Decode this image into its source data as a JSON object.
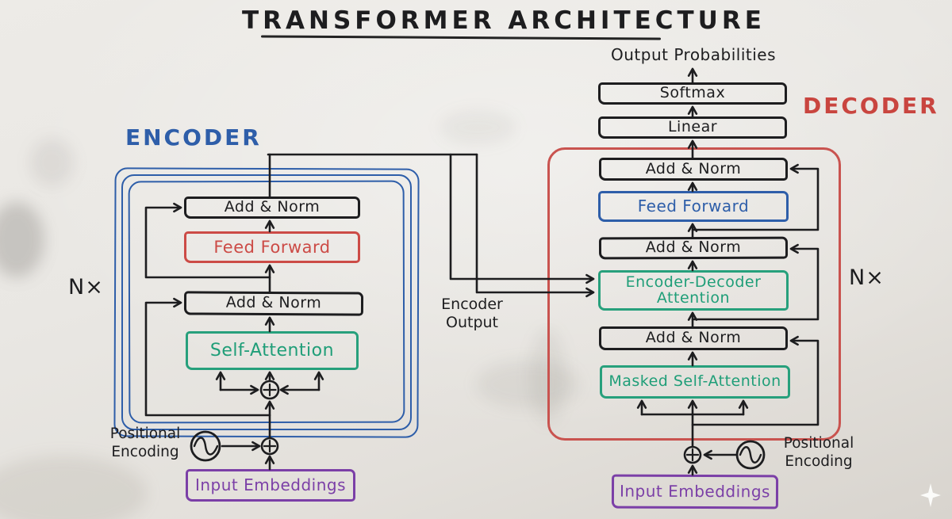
{
  "title": "TRANSFORMER ARCHITECTURE",
  "encoder": {
    "label": "ENCODER"
  },
  "decoder": {
    "label": "DECODER"
  },
  "labels": {
    "add_norm": "Add & Norm",
    "feed_forward": "Feed Forward",
    "self_attention": "Self-Attention",
    "masked_self_attention": "Masked Self-Attention",
    "encoder_decoder_attention": "Encoder-Decoder Attention",
    "input_embeddings": "Input Embeddings",
    "positional_encoding": "Positional Encoding",
    "softmax": "Softmax",
    "linear": "Linear",
    "output_probabilities": "Output Probabilities",
    "encoder_output": "Encoder Output",
    "nx": "N×"
  },
  "icons": {
    "positional_encoding": "sine-wave-icon",
    "add_junction": "plus-circle-icon",
    "sparkle": "sparkle-icon"
  },
  "colors": {
    "ink": "#1d1d1f",
    "blue": "#2e5ea9",
    "red": "#cc4b46",
    "green": "#27a07c",
    "purple": "#7b3fa7",
    "board": "#e9e7e3"
  }
}
